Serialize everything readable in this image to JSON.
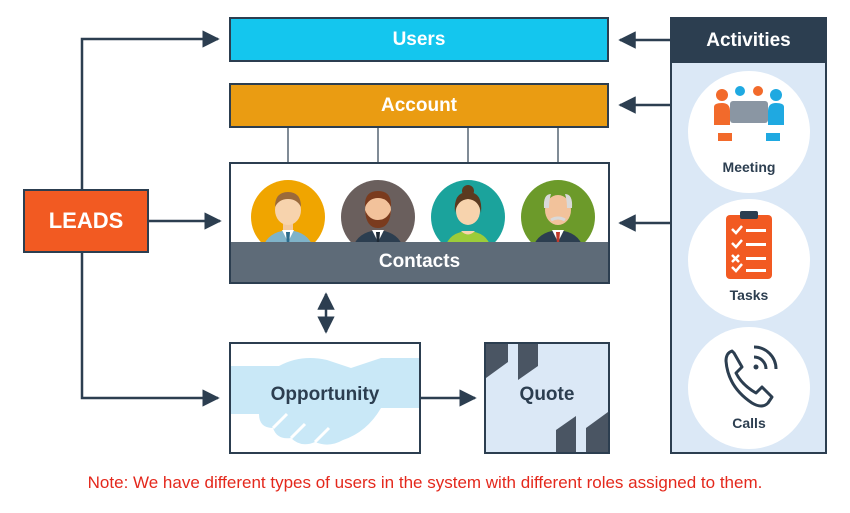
{
  "nodes": {
    "users": "Users",
    "account": "Account",
    "leads": "LEADS",
    "contacts": "Contacts",
    "opportunity": "Opportunity",
    "quote": "Quote"
  },
  "activities": {
    "title": "Activities",
    "items": [
      {
        "label": "Meeting",
        "icon": "meeting-icon"
      },
      {
        "label": "Tasks",
        "icon": "tasks-icon"
      },
      {
        "label": "Calls",
        "icon": "calls-icon"
      }
    ]
  },
  "contact_avatars": [
    {
      "icon": "avatar-man-icon",
      "bg": "#f0a500"
    },
    {
      "icon": "avatar-bearded-man-icon",
      "bg": "#6a5f5d"
    },
    {
      "icon": "avatar-woman-icon",
      "bg": "#1ba39c"
    },
    {
      "icon": "avatar-older-man-icon",
      "bg": "#6c9a2a"
    }
  ],
  "colors": {
    "users": "#14c6ee",
    "account": "#ea9c12",
    "leads": "#f25a22",
    "contacts_bar": "#5e6b78",
    "navy": "#2c3e50",
    "panel": "#dbe8f6",
    "note": "#e4281c"
  },
  "note": "Note: We have different types of users in the system with different roles assigned to them."
}
